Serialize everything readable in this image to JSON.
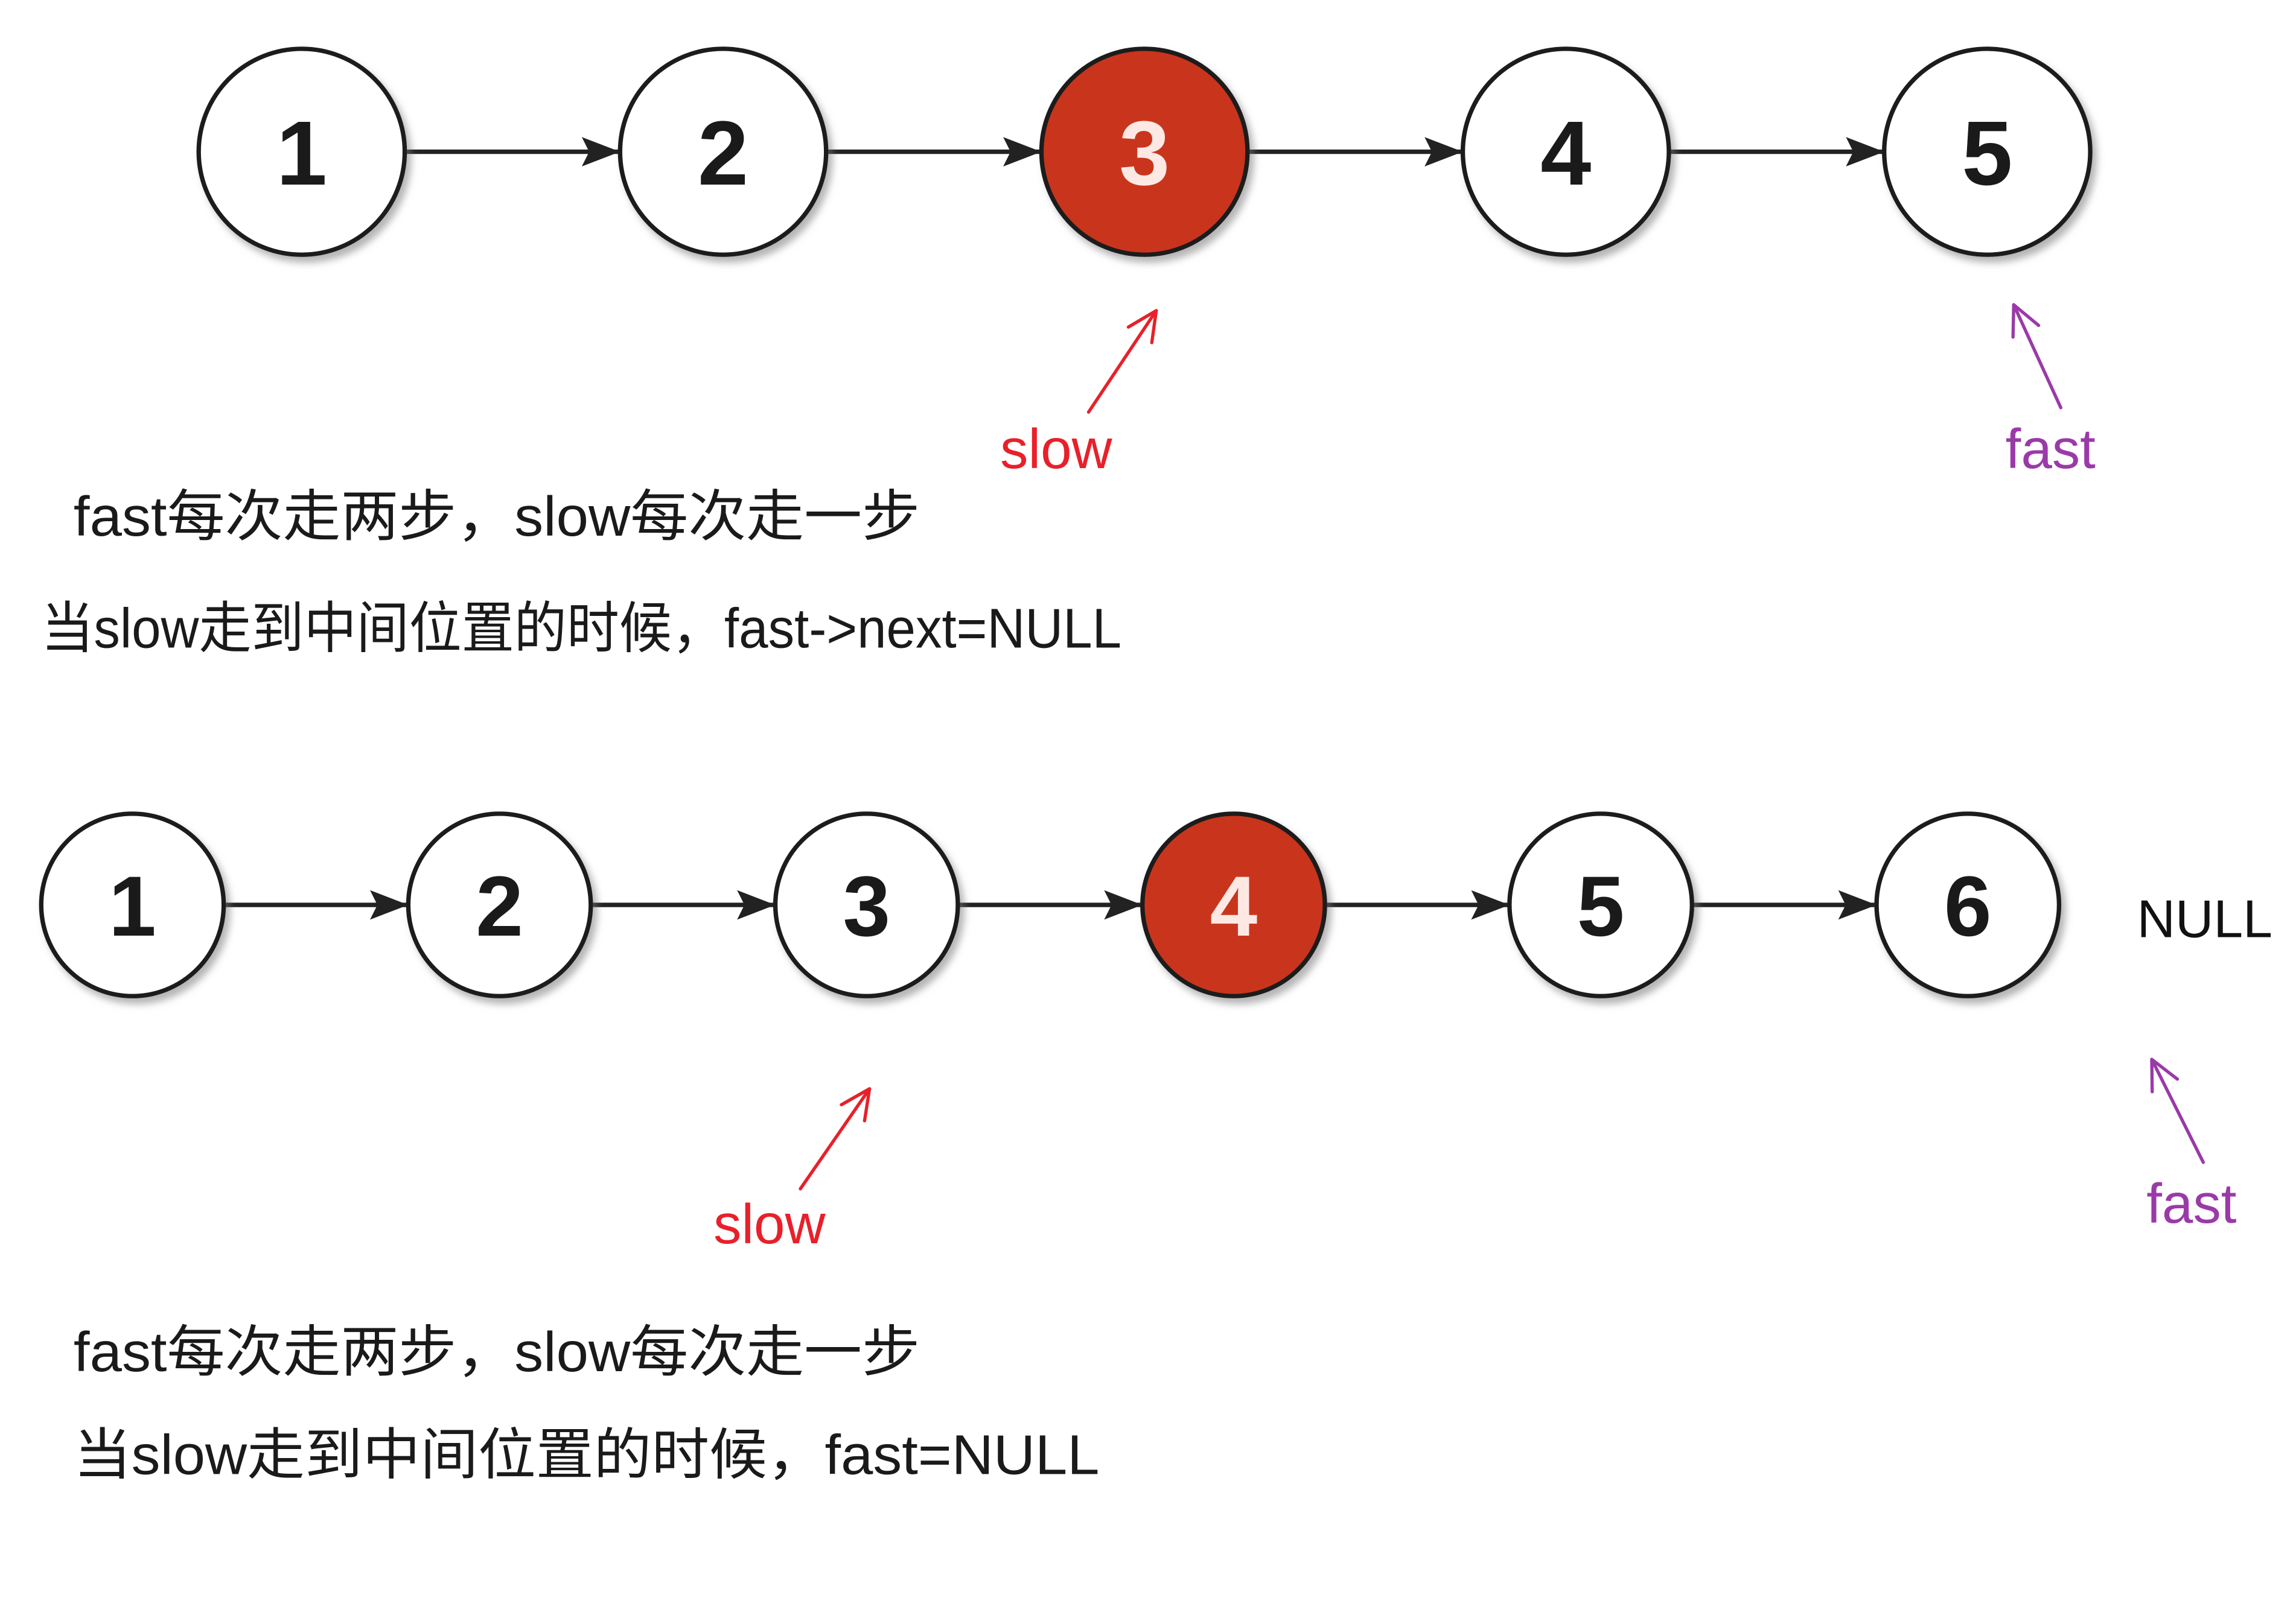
{
  "lists": [
    {
      "nodes": [
        "1",
        "2",
        "3",
        "4",
        "5"
      ],
      "highlight_index": 2,
      "pointers": {
        "slow": {
          "label": "slow",
          "target_index": 2
        },
        "fast": {
          "label": "fast",
          "target_index": 4
        }
      },
      "captions": [
        "fast每次走两步，slow每次走一步",
        "当slow走到中间位置的时候，fast->next=NULL"
      ]
    },
    {
      "nodes": [
        "1",
        "2",
        "3",
        "4",
        "5",
        "6"
      ],
      "highlight_index": 3,
      "pointers": {
        "slow": {
          "label": "slow",
          "target_index": 2
        },
        "fast": {
          "label": "fast",
          "target_index": 6
        }
      },
      "null_label": "NULL",
      "captions": [
        "fast每次走两步，slow每次走一步",
        "当slow走到中间位置的时候，fast=NULL"
      ]
    }
  ],
  "colors": {
    "node_fill": "#ffffff",
    "node_stroke": "#1c1c1c",
    "node_text": "#1a1a1a",
    "highlight_fill": "#c9351f",
    "highlight_text": "#fde8e4",
    "edge": "#222222",
    "slow": "#e8202a",
    "fast": "#9a3aa8"
  }
}
